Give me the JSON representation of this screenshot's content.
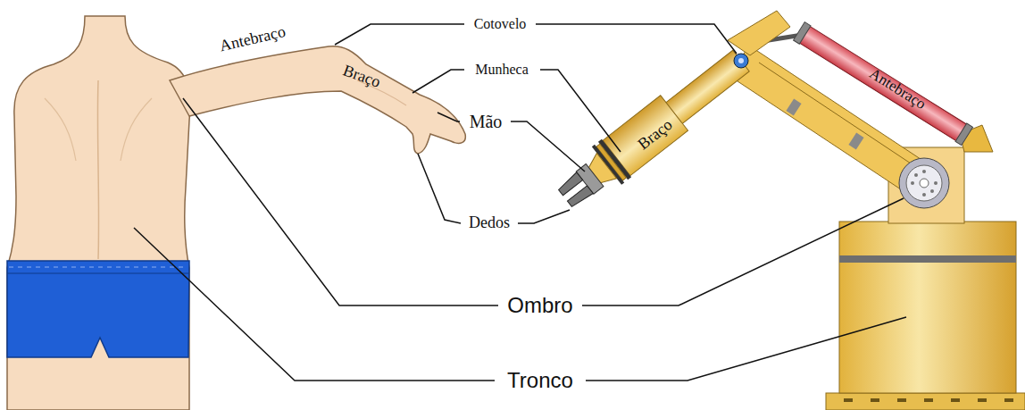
{
  "diagram": {
    "labels": [
      "Cotovelo",
      "Antebraço",
      "Braço",
      "Munheca",
      "Mão",
      "Dedos",
      "Antebraço",
      "Braço",
      "Ombro",
      "Tronco"
    ]
  }
}
